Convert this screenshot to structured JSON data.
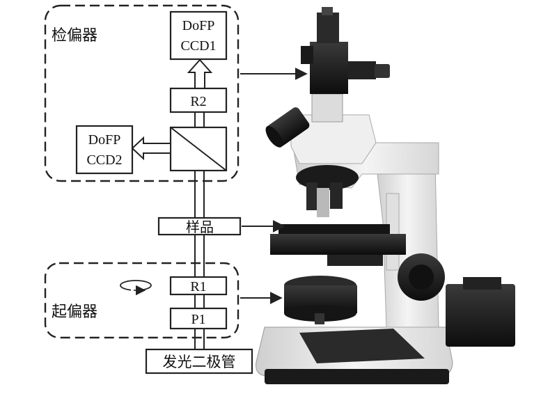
{
  "diagram": {
    "analyzer_group_label": "检偏器",
    "polarizer_group_label": "起偏器",
    "ccd1": {
      "line1": "DoFP",
      "line2": "CCD1"
    },
    "ccd2": {
      "line1": "DoFP",
      "line2": "CCD2"
    },
    "r2_label": "R2",
    "sample_label": "样品",
    "r1_label": "R1",
    "p1_label": "P1",
    "led_label": "发光二极管"
  },
  "colors": {
    "line": "#222222",
    "microscope_body": "#e8e8e8",
    "microscope_dark": "#1c1c1c"
  }
}
